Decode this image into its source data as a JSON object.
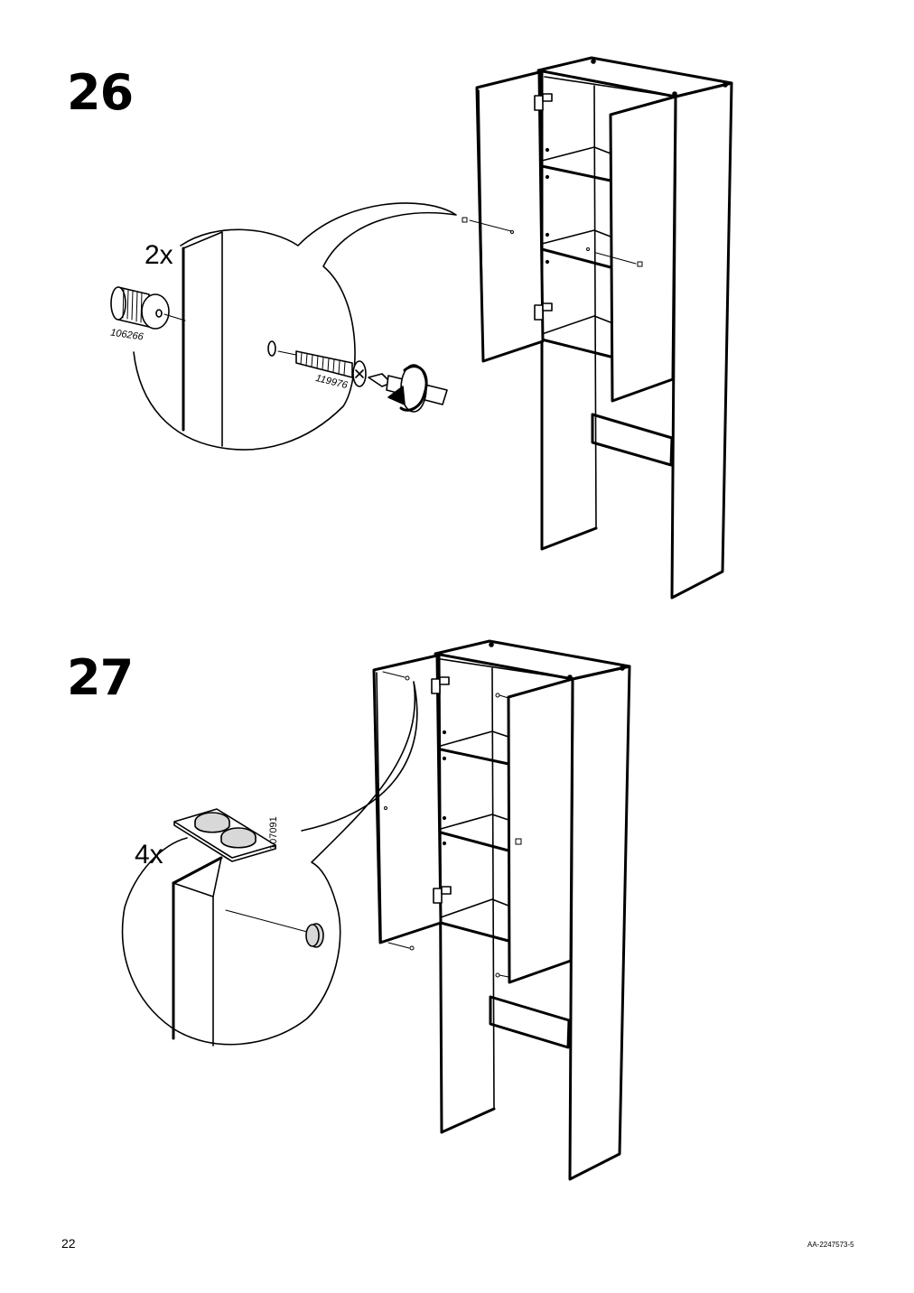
{
  "steps": [
    {
      "number": "26",
      "quantity": "2x",
      "parts": [
        "106266",
        "119976"
      ],
      "icons": [
        "cam-lock-part-icon",
        "screw-part-icon",
        "screwdriver-icon",
        "rotate-clockwise-arrow-icon"
      ]
    },
    {
      "number": "27",
      "quantity": "4x",
      "parts": [
        "107091"
      ],
      "icons": [
        "door-bumper-sheet-icon",
        "door-bumper-icon"
      ]
    }
  ],
  "footer": {
    "page_number": "22",
    "doc_code": "AA-2247573-5"
  }
}
